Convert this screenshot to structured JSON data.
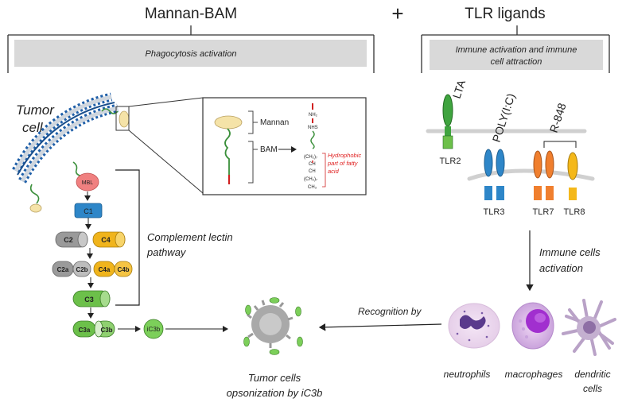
{
  "left_title": "Mannan-BAM",
  "plus": "+",
  "right_title": "TLR ligands",
  "left_banner": "Phagocytosis activation",
  "right_banner_line1": "Immune activation and immune",
  "right_banner_line2": "cell attraction",
  "tumor_cell_line1": "Tumor",
  "tumor_cell_line2": "cell",
  "mbl": "MBL",
  "c1": "C1",
  "c2": "C2",
  "c4": "C4",
  "c2a": "C2a",
  "c2b": "C2b",
  "c4a": "C4a",
  "c4b": "C4b",
  "c3": "C3",
  "c3a": "C3a",
  "c3b": "C3b",
  "ic3b": "iC3b",
  "complement_line1": "Complement lectin",
  "complement_line2": "pathway",
  "inset_mannan": "Mannan",
  "inset_bam": "BAM",
  "chem_nh2": "NH₂",
  "chem_nhs": "NHS",
  "chem_ch2_a": "(CH₂)₇",
  "chem_ch_a": "CH",
  "chem_ch_b": "CH",
  "chem_ch2_b": "(CH₂)₇",
  "chem_ch3": "CH₃",
  "hydrophobic_line1": "Hydrophobic",
  "hydrophobic_line2": "part of fatty",
  "hydrophobic_line3": "acid",
  "lta": "LTA",
  "polyic": "POLY(I:C)",
  "r848": "R-848",
  "tlr2": "TLR2",
  "tlr3": "TLR3",
  "tlr7": "TLR7",
  "tlr8": "TLR8",
  "immune_line1": "Immune cells",
  "immune_line2": "activation",
  "recognition": "Recognition by",
  "neutrophils": "neutrophils",
  "macrophages": "macrophages",
  "dendritic_line1": "dendritic",
  "dendritic_line2": "cells",
  "opsonization_line1": "Tumor cells",
  "opsonization_line2": "opsonization by iC3b",
  "colors": {
    "banner_fill": "#d9d9d9",
    "c1_blue": "#2e86c8",
    "c4_yellow": "#f0b41c",
    "c2_grey": "#8c8c8c",
    "c3_green": "#6cc04a",
    "mbl_pink": "#f08080",
    "tlr_orange": "#f07f2e",
    "tlr2_green": "#3fa43f",
    "mannan_beige": "#f5e3a8",
    "hydrophobic_red": "#e02020"
  }
}
